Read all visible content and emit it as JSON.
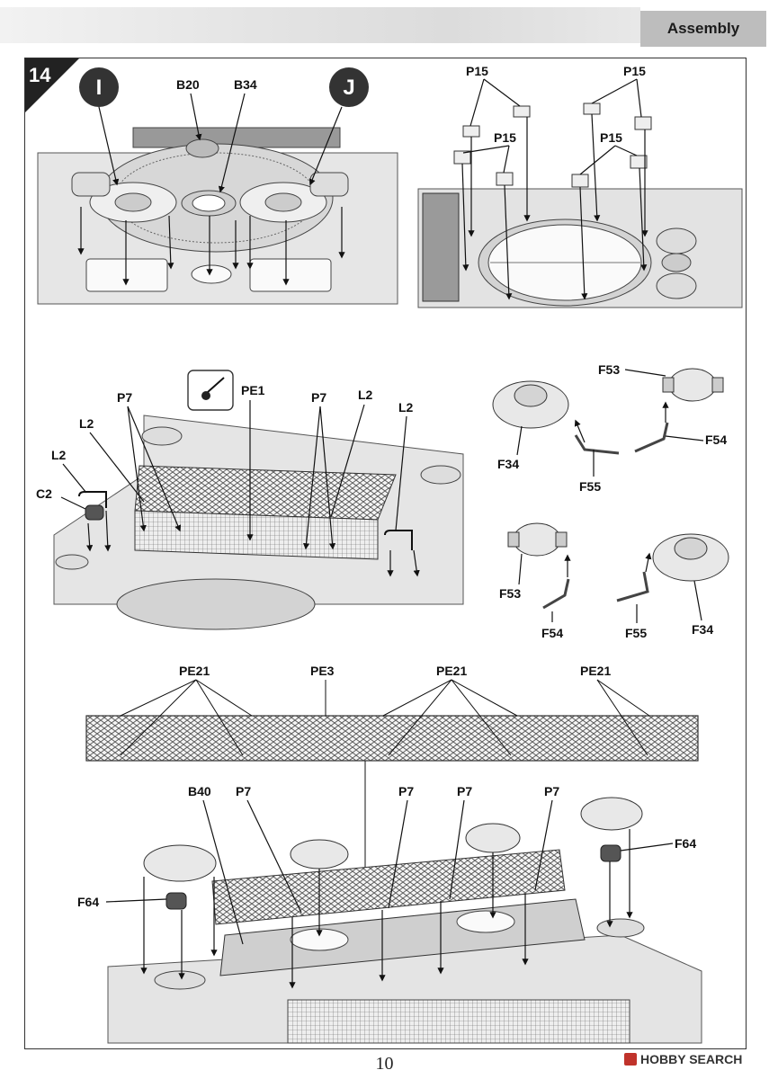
{
  "header": {
    "section_title": "Assembly"
  },
  "step": {
    "number": "14"
  },
  "callouts": {
    "i": "I",
    "j": "J"
  },
  "labels": {
    "b20": "B20",
    "b34": "B34",
    "p15": "P15",
    "pe1": "PE1",
    "p7": "P7",
    "l2": "L2",
    "c2": "C2",
    "f53": "F53",
    "f54": "F54",
    "f34": "F34",
    "f55": "F55",
    "pe21": "PE21",
    "pe3": "PE3",
    "b40": "B40",
    "f64": "F64"
  },
  "footer": {
    "page_number": "10",
    "watermark": "HOBBY SEARCH"
  }
}
